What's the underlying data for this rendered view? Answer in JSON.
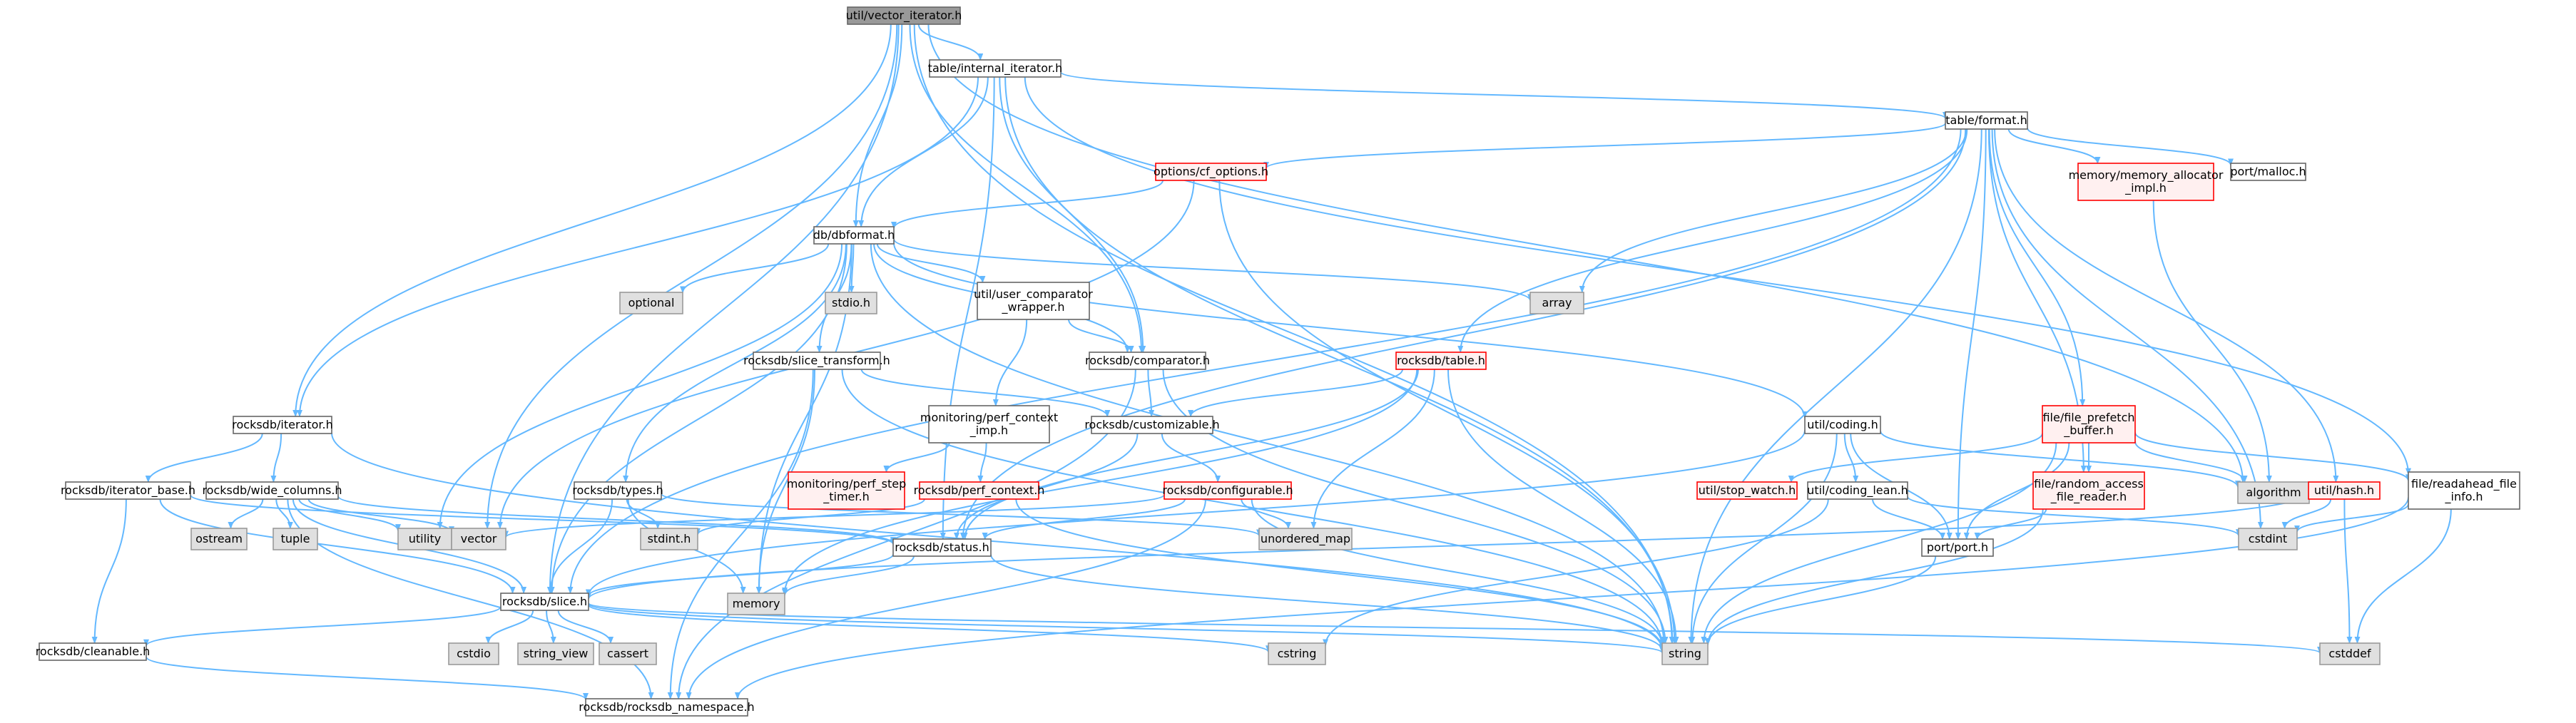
{
  "colors": {
    "edge": "#63b8ff",
    "root_fill": "#999999",
    "root_border": "#666666",
    "normal_fill": "#ffffff",
    "normal_border": "#666666",
    "truncated_fill": "#fff0f0",
    "truncated_border": "#ff0000",
    "system_fill": "#e0e0e0",
    "system_border": "#999999"
  },
  "nodes": [
    {
      "id": "vector_iterator",
      "lines": [
        "util/vector_iterator.h"
      ],
      "kind": "root"
    },
    {
      "id": "internal_iterator",
      "lines": [
        "table/internal_iterator.h"
      ],
      "kind": "normal"
    },
    {
      "id": "format",
      "lines": [
        "table/format.h"
      ],
      "kind": "normal"
    },
    {
      "id": "cf_options",
      "lines": [
        "options/cf_options.h"
      ],
      "kind": "truncated"
    },
    {
      "id": "port_malloc",
      "lines": [
        "port/malloc.h"
      ],
      "kind": "normal"
    },
    {
      "id": "dbformat",
      "lines": [
        "db/dbformat.h"
      ],
      "kind": "normal"
    },
    {
      "id": "memory_allocator_impl",
      "lines": [
        "memory/memory_allocator",
        "_impl.h"
      ],
      "kind": "truncated"
    },
    {
      "id": "optional",
      "lines": [
        "optional"
      ],
      "kind": "system"
    },
    {
      "id": "stdio_h",
      "lines": [
        "stdio.h"
      ],
      "kind": "system"
    },
    {
      "id": "user_comparator_wrapper",
      "lines": [
        "util/user_comparator",
        "_wrapper.h"
      ],
      "kind": "normal"
    },
    {
      "id": "array",
      "lines": [
        "array"
      ],
      "kind": "system"
    },
    {
      "id": "rocksdb_table",
      "lines": [
        "rocksdb/table.h"
      ],
      "kind": "truncated"
    },
    {
      "id": "file_prefetch_buffer",
      "lines": [
        "file/file_prefetch",
        "_buffer.h"
      ],
      "kind": "truncated"
    },
    {
      "id": "slice_transform",
      "lines": [
        "rocksdb/slice_transform.h"
      ],
      "kind": "normal"
    },
    {
      "id": "comparator",
      "lines": [
        "rocksdb/comparator.h"
      ],
      "kind": "normal"
    },
    {
      "id": "perf_context_imp",
      "lines": [
        "monitoring/perf_context",
        "_imp.h"
      ],
      "kind": "normal"
    },
    {
      "id": "util_coding",
      "lines": [
        "util/coding.h"
      ],
      "kind": "normal"
    },
    {
      "id": "rocksdb_iterator",
      "lines": [
        "rocksdb/iterator.h"
      ],
      "kind": "normal"
    },
    {
      "id": "customizable",
      "lines": [
        "rocksdb/customizable.h"
      ],
      "kind": "normal"
    },
    {
      "id": "perf_step_timer",
      "lines": [
        "monitoring/perf_step",
        "_timer.h"
      ],
      "kind": "truncated"
    },
    {
      "id": "perf_context",
      "lines": [
        "rocksdb/perf_context.h"
      ],
      "kind": "truncated"
    },
    {
      "id": "stop_watch",
      "lines": [
        "util/stop_watch.h"
      ],
      "kind": "truncated"
    },
    {
      "id": "algorithm",
      "lines": [
        "algorithm"
      ],
      "kind": "system"
    },
    {
      "id": "iterator_base",
      "lines": [
        "rocksdb/iterator_base.h"
      ],
      "kind": "normal"
    },
    {
      "id": "wide_columns",
      "lines": [
        "rocksdb/wide_columns.h"
      ],
      "kind": "normal"
    },
    {
      "id": "types",
      "lines": [
        "rocksdb/types.h"
      ],
      "kind": "normal"
    },
    {
      "id": "configurable",
      "lines": [
        "rocksdb/configurable.h"
      ],
      "kind": "truncated"
    },
    {
      "id": "coding_lean",
      "lines": [
        "util/coding_lean.h"
      ],
      "kind": "normal"
    },
    {
      "id": "random_access_file_reader",
      "lines": [
        "file/random_access",
        "_file_reader.h"
      ],
      "kind": "truncated"
    },
    {
      "id": "util_hash",
      "lines": [
        "util/hash.h"
      ],
      "kind": "truncated"
    },
    {
      "id": "readahead_file_info",
      "lines": [
        "file/readahead_file",
        "_info.h"
      ],
      "kind": "normal"
    },
    {
      "id": "ostream",
      "lines": [
        "ostream"
      ],
      "kind": "system"
    },
    {
      "id": "tuple",
      "lines": [
        "tuple"
      ],
      "kind": "system"
    },
    {
      "id": "utility",
      "lines": [
        "utility"
      ],
      "kind": "system"
    },
    {
      "id": "vector",
      "lines": [
        "vector"
      ],
      "kind": "system"
    },
    {
      "id": "stdint_h",
      "lines": [
        "stdint.h"
      ],
      "kind": "system"
    },
    {
      "id": "unordered_map",
      "lines": [
        "unordered_map"
      ],
      "kind": "system"
    },
    {
      "id": "status",
      "lines": [
        "rocksdb/status.h"
      ],
      "kind": "normal"
    },
    {
      "id": "port_port",
      "lines": [
        "port/port.h"
      ],
      "kind": "normal"
    },
    {
      "id": "cstdint",
      "lines": [
        "cstdint"
      ],
      "kind": "system"
    },
    {
      "id": "memory",
      "lines": [
        "memory"
      ],
      "kind": "system"
    },
    {
      "id": "slice",
      "lines": [
        "rocksdb/slice.h"
      ],
      "kind": "normal"
    },
    {
      "id": "cstdio",
      "lines": [
        "cstdio"
      ],
      "kind": "system"
    },
    {
      "id": "string_view",
      "lines": [
        "string_view"
      ],
      "kind": "system"
    },
    {
      "id": "cassert",
      "lines": [
        "cassert"
      ],
      "kind": "system"
    },
    {
      "id": "cstring",
      "lines": [
        "cstring"
      ],
      "kind": "system"
    },
    {
      "id": "string",
      "lines": [
        "string"
      ],
      "kind": "system"
    },
    {
      "id": "cstddef",
      "lines": [
        "cstddef"
      ],
      "kind": "system"
    },
    {
      "id": "cleanable",
      "lines": [
        "rocksdb/cleanable.h"
      ],
      "kind": "normal"
    },
    {
      "id": "rocksdb_namespace",
      "lines": [
        "rocksdb/rocksdb_namespace.h"
      ],
      "kind": "normal"
    }
  ],
  "edges": [
    [
      "vector_iterator",
      "internal_iterator"
    ],
    [
      "vector_iterator",
      "dbformat"
    ],
    [
      "vector_iterator",
      "comparator"
    ],
    [
      "vector_iterator",
      "rocksdb_iterator"
    ],
    [
      "vector_iterator",
      "slice"
    ],
    [
      "vector_iterator",
      "vector"
    ],
    [
      "vector_iterator",
      "algorithm"
    ],
    [
      "vector_iterator",
      "string"
    ],
    [
      "internal_iterator",
      "format"
    ],
    [
      "internal_iterator",
      "dbformat"
    ],
    [
      "internal_iterator",
      "comparator"
    ],
    [
      "internal_iterator",
      "rocksdb_iterator"
    ],
    [
      "internal_iterator",
      "status"
    ],
    [
      "internal_iterator",
      "readahead_file_info"
    ],
    [
      "internal_iterator",
      "string"
    ],
    [
      "format",
      "cf_options"
    ],
    [
      "format",
      "port_malloc"
    ],
    [
      "format",
      "memory_allocator_impl"
    ],
    [
      "format",
      "rocksdb_table"
    ],
    [
      "format",
      "file_prefetch_buffer"
    ],
    [
      "format",
      "random_access_file_reader"
    ],
    [
      "format",
      "util_hash"
    ],
    [
      "format",
      "array"
    ],
    [
      "format",
      "cstdint"
    ],
    [
      "format",
      "string"
    ],
    [
      "format",
      "port_port"
    ],
    [
      "format",
      "status"
    ],
    [
      "format",
      "slice"
    ],
    [
      "cf_options",
      "dbformat"
    ],
    [
      "cf_options",
      "vector"
    ],
    [
      "cf_options",
      "string"
    ],
    [
      "dbformat",
      "optional"
    ],
    [
      "dbformat",
      "stdio_h"
    ],
    [
      "dbformat",
      "user_comparator_wrapper"
    ],
    [
      "dbformat",
      "array"
    ],
    [
      "dbformat",
      "slice_transform"
    ],
    [
      "dbformat",
      "comparator"
    ],
    [
      "dbformat",
      "util_coding"
    ],
    [
      "dbformat",
      "types"
    ],
    [
      "dbformat",
      "memory"
    ],
    [
      "dbformat",
      "utility"
    ],
    [
      "dbformat",
      "slice"
    ],
    [
      "dbformat",
      "string"
    ],
    [
      "memory_allocator_impl",
      "algorithm"
    ],
    [
      "user_comparator_wrapper",
      "perf_context_imp"
    ],
    [
      "user_comparator_wrapper",
      "comparator"
    ],
    [
      "rocksdb_table",
      "customizable"
    ],
    [
      "rocksdb_table",
      "status"
    ],
    [
      "rocksdb_table",
      "unordered_map"
    ],
    [
      "rocksdb_table",
      "memory"
    ],
    [
      "rocksdb_table",
      "string"
    ],
    [
      "file_prefetch_buffer",
      "stop_watch"
    ],
    [
      "file_prefetch_buffer",
      "algorithm"
    ],
    [
      "file_prefetch_buffer",
      "random_access_file_reader"
    ],
    [
      "file_prefetch_buffer",
      "readahead_file_info"
    ],
    [
      "file_prefetch_buffer",
      "port_port"
    ],
    [
      "file_prefetch_buffer",
      "string"
    ],
    [
      "slice_transform",
      "customizable"
    ],
    [
      "slice_transform",
      "memory"
    ],
    [
      "slice_transform",
      "string"
    ],
    [
      "slice_transform",
      "rocksdb_namespace"
    ],
    [
      "comparator",
      "customizable"
    ],
    [
      "comparator",
      "string"
    ],
    [
      "comparator",
      "rocksdb_namespace"
    ],
    [
      "perf_context_imp",
      "perf_step_timer"
    ],
    [
      "perf_context_imp",
      "perf_context"
    ],
    [
      "util_coding",
      "coding_lean"
    ],
    [
      "util_coding",
      "algorithm"
    ],
    [
      "util_coding",
      "port_port"
    ],
    [
      "util_coding",
      "slice"
    ],
    [
      "util_coding",
      "string"
    ],
    [
      "rocksdb_iterator",
      "iterator_base"
    ],
    [
      "rocksdb_iterator",
      "wide_columns"
    ],
    [
      "rocksdb_iterator",
      "string"
    ],
    [
      "customizable",
      "configurable"
    ],
    [
      "customizable",
      "status"
    ],
    [
      "perf_context",
      "stdint_h"
    ],
    [
      "perf_context",
      "string"
    ],
    [
      "configurable",
      "unordered_map"
    ],
    [
      "configurable",
      "vector"
    ],
    [
      "configurable",
      "status"
    ],
    [
      "configurable",
      "string"
    ],
    [
      "configurable",
      "rocksdb_namespace"
    ],
    [
      "iterator_base",
      "cleanable"
    ],
    [
      "iterator_base",
      "status"
    ],
    [
      "iterator_base",
      "slice"
    ],
    [
      "wide_columns",
      "ostream"
    ],
    [
      "wide_columns",
      "tuple"
    ],
    [
      "wide_columns",
      "utility"
    ],
    [
      "wide_columns",
      "vector"
    ],
    [
      "wide_columns",
      "status"
    ],
    [
      "wide_columns",
      "slice"
    ],
    [
      "wide_columns",
      "rocksdb_namespace"
    ],
    [
      "types",
      "stdint_h"
    ],
    [
      "types",
      "memory"
    ],
    [
      "types",
      "unordered_map"
    ],
    [
      "types",
      "slice"
    ],
    [
      "coding_lean",
      "cstdint"
    ],
    [
      "coding_lean",
      "cstring"
    ],
    [
      "coding_lean",
      "port_port"
    ],
    [
      "random_access_file_reader",
      "port_port"
    ],
    [
      "random_access_file_reader",
      "string"
    ],
    [
      "util_hash",
      "cstddef"
    ],
    [
      "util_hash",
      "cstdint"
    ],
    [
      "util_hash",
      "slice"
    ],
    [
      "readahead_file_info",
      "cstddef"
    ],
    [
      "readahead_file_info",
      "cstdint"
    ],
    [
      "readahead_file_info",
      "rocksdb_namespace"
    ],
    [
      "status",
      "memory"
    ],
    [
      "status",
      "string"
    ],
    [
      "status",
      "slice"
    ],
    [
      "port_port",
      "string"
    ],
    [
      "slice",
      "cstdio"
    ],
    [
      "slice",
      "string_view"
    ],
    [
      "slice",
      "cassert"
    ],
    [
      "slice",
      "cstring"
    ],
    [
      "slice",
      "string"
    ],
    [
      "slice",
      "cstddef"
    ],
    [
      "slice",
      "cleanable"
    ],
    [
      "cleanable",
      "rocksdb_namespace"
    ]
  ]
}
